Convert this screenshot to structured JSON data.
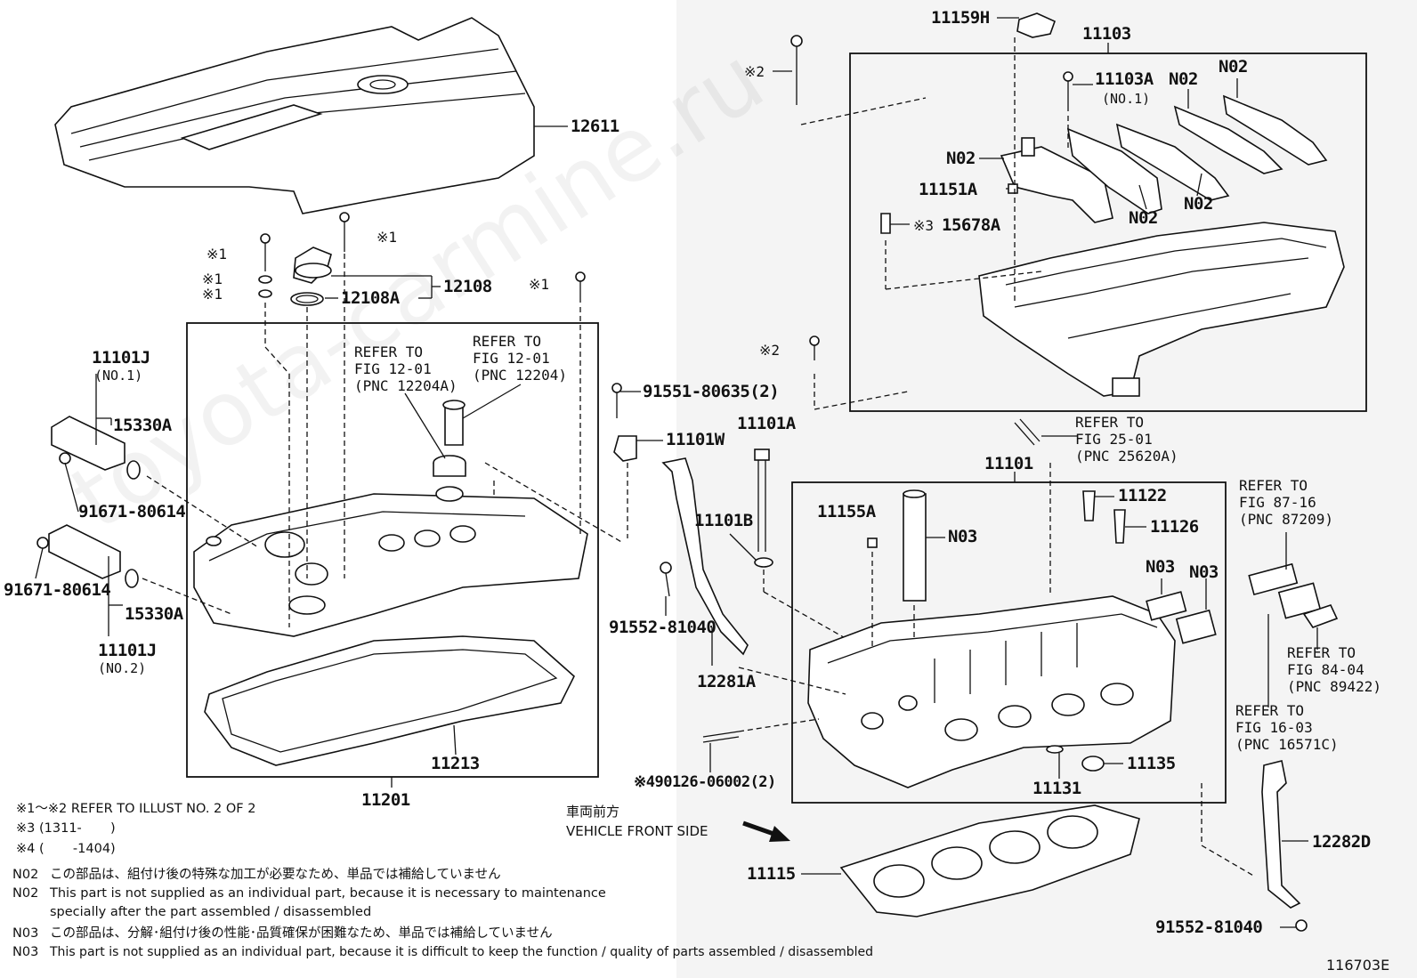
{
  "diagram_id": "116703E",
  "watermark": "toyota-carmine.ru",
  "labels": {
    "p12611": "12611",
    "p11159H": "11159H",
    "p11103": "11103",
    "p11103A": "11103A",
    "p11103A_sub": "(NO.1)",
    "n02_a": "N02",
    "n02_b": "N02",
    "n02_c": "N02",
    "n02_d": "N02",
    "n02_e": "N02",
    "p11151A": "11151A",
    "p15678A": "15678A",
    "mark3": "※3",
    "mark2_a": "※2",
    "mark2_b": "※2",
    "mark1_a": "※1",
    "mark1_b": "※1",
    "mark1_c": "※1",
    "mark1_d": "※1",
    "mark1_e": "※1",
    "p12108": "12108",
    "p12108A": "12108A",
    "p11101J_1": "11101J",
    "p11101J_1_sub": "(NO.1)",
    "p15330A_1": "15330A",
    "p91671_1": "91671-80614",
    "p91671_2": "91671-80614",
    "p15330A_2": "15330A",
    "p11101J_2": "11101J",
    "p11101J_2_sub": "(NO.2)",
    "ref_12204A": "REFER TO\nFIG 12-01\n(PNC 12204A)",
    "ref_12204": "REFER TO\nFIG 12-01\n(PNC 12204)",
    "p91551": "91551-80635(2)",
    "p11101W": "11101W",
    "p11101A": "11101A",
    "ref_25620A": "REFER TO\nFIG 25-01\n(PNC 25620A)",
    "p11101": "11101",
    "p11101B": "11101B",
    "p91552_a": "91552-81040",
    "p12281A": "12281A",
    "p11155A": "11155A",
    "n03_a": "N03",
    "n03_b": "N03",
    "n03_c": "N03",
    "p11122": "11122",
    "p11126": "11126",
    "ref_87209": "REFER TO\nFIG 87-16\n(PNC 87209)",
    "ref_89422": "REFER TO\nFIG 84-04\n(PNC 89422)",
    "ref_16571C": "REFER TO\nFIG 16-03\n(PNC 16571C)",
    "p11135": "11135",
    "p11131": "11131",
    "p490126": "※490126-06002(2)",
    "p11213": "11213",
    "p11201": "11201",
    "p11115": "11115",
    "p12282D": "12282D",
    "p91552_b": "91552-81040"
  },
  "front_side": {
    "jp": "車両前方",
    "en": "VEHICLE FRONT SIDE"
  },
  "notes": {
    "line1": "※1～※2  REFER TO ILLUST NO. 2 OF 2",
    "line2": "※3 (1311-       )",
    "line3": "※4 (       -1404)",
    "n02_jp_code": "N02",
    "n02_jp": "この部品は、組付け後の特殊な加工が必要なため、単品では補給していません",
    "n02_en_code": "N02",
    "n02_en1": "This part is not supplied as an individual part, because it is necessary to maintenance",
    "n02_en2": "specially after the part assembled / disassembled",
    "n03_jp_code": "N03",
    "n03_jp": "この部品は、分解･組付け後の性能･品質確保が困難なため、単品では補給していません",
    "n03_en_code": "N03",
    "n03_en": "This part is not supplied as an individual part, because it is difficult to keep the function / quality of parts  assembled / disassembled"
  }
}
